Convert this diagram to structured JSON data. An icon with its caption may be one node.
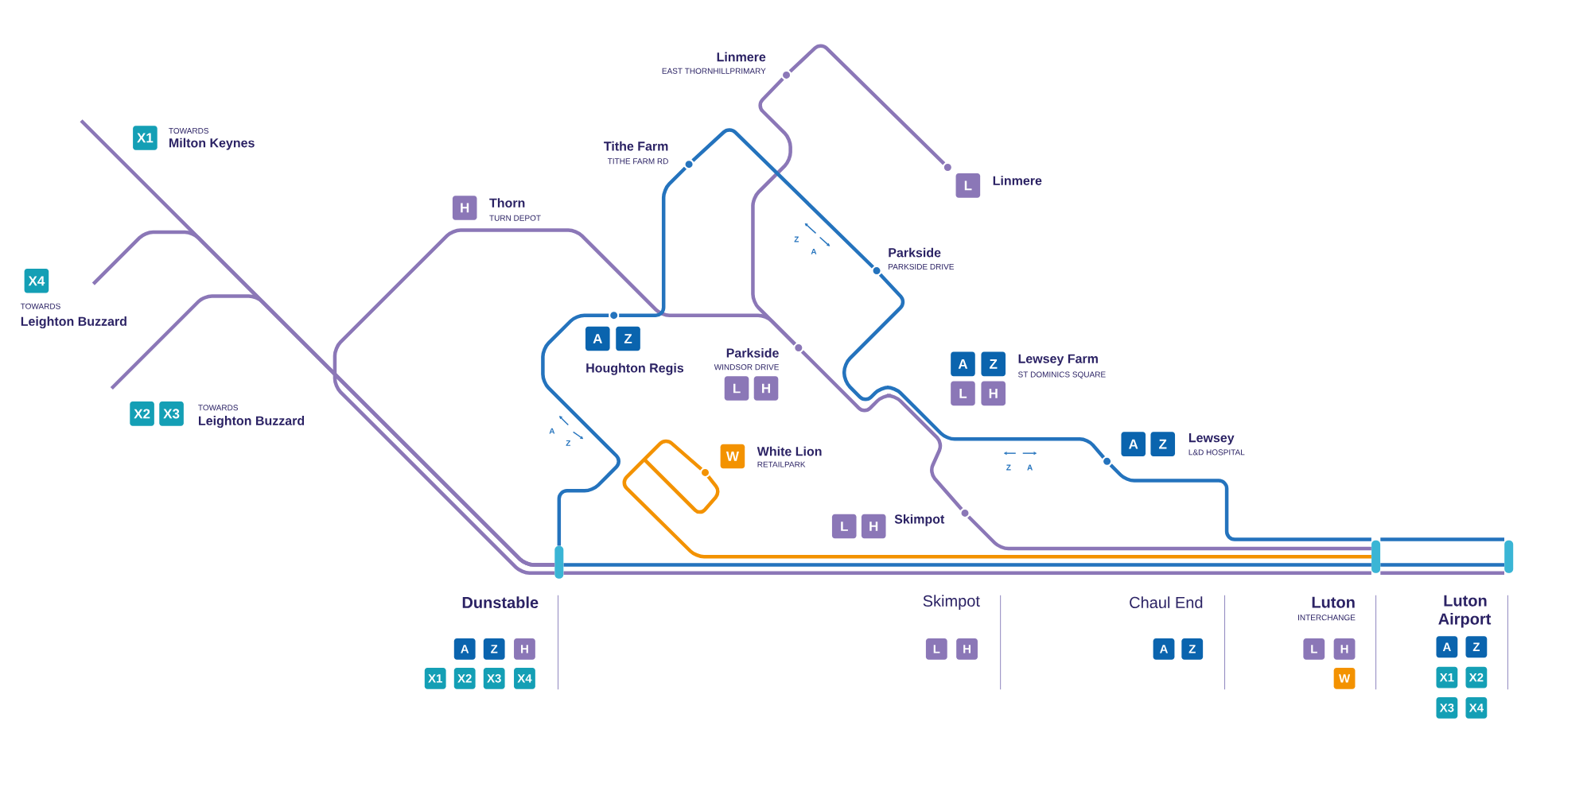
{
  "diagram": {
    "nodes": [
      {
        "text": [
          "X1"
        ]
      },
      {
        "text": [],
        "shape": "circle",
        "beside": [
          "Linmere",
          "EAST THORNHILLPRIMARY"
        ]
      },
      {
        "text": [],
        "shape": "circle",
        "beside": [
          "Tithe Farm",
          "TITHE FARM RD"
        ]
      },
      {
        "text": [
          "H"
        ]
      },
      {
        "text": [],
        "shape": "circle"
      },
      {
        "text": [
          "L"
        ]
      },
      {
        "text": [
          "X4"
        ]
      },
      {
        "text": [],
        "shape": "circle",
        "beside": [
          "Parkside",
          "PARKSIDE DRIVE"
        ]
      },
      {
        "text": [],
        "shape": "circle"
      },
      {
        "text": [
          "A"
        ]
      },
      {
        "text": [
          "Z"
        ]
      },
      {
        "text": [],
        "shape": "circle",
        "beside": [
          "Parkside",
          "WINDSOR DRIVE"
        ]
      },
      {
        "text": [
          "A"
        ]
      },
      {
        "text": [
          "Z"
        ]
      },
      {
        "text": [
          "L"
        ]
      },
      {
        "text": [
          "H"
        ]
      },
      {
        "text": [
          "L"
        ]
      },
      {
        "text": [
          "H"
        ]
      },
      {
        "text": [
          "X2"
        ]
      },
      {
        "text": [
          "X3"
        ]
      },
      {
        "text": [],
        "shape": "circle",
        "beside": [
          "White Lion",
          "RETAILPARK"
        ]
      },
      {
        "text": [
          "W"
        ]
      },
      {
        "text": [],
        "shape": "circle",
        "beside": [
          "Lewsey",
          "L&D HOSPITAL"
        ]
      },
      {
        "text": [
          "A"
        ]
      },
      {
        "text": [
          "Z"
        ]
      },
      {
        "text": [],
        "shape": "circle",
        "beside": [
          "Skimpot"
        ]
      },
      {
        "text": [
          "L"
        ]
      },
      {
        "text": [
          "H"
        ]
      },
      {
        "text": [],
        "shape": "bar",
        "beside": [
          "Dunstable"
        ]
      },
      {
        "text": [],
        "shape": "bar",
        "beside": [
          "Luton",
          "INTERCHANGE"
        ]
      },
      {
        "text": [],
        "shape": "bar"
      },
      {
        "text": [
          "A"
        ]
      },
      {
        "text": [
          "Z"
        ]
      },
      {
        "text": [
          "H"
        ]
      },
      {
        "text": [
          "X1"
        ]
      },
      {
        "text": [
          "X2"
        ]
      },
      {
        "text": [
          "X3"
        ]
      },
      {
        "text": [
          "X4"
        ]
      },
      {
        "text": [
          "L"
        ]
      },
      {
        "text": [
          "H"
        ]
      },
      {
        "text": [
          "A"
        ]
      },
      {
        "text": [
          "Z"
        ]
      },
      {
        "text": [
          "L"
        ]
      },
      {
        "text": [
          "H"
        ]
      },
      {
        "text": [
          "W"
        ]
      },
      {
        "text": [
          "A"
        ]
      },
      {
        "text": [
          "Z"
        ]
      },
      {
        "text": [
          "X1"
        ]
      },
      {
        "text": [
          "X2"
        ]
      },
      {
        "text": [
          "X3"
        ]
      },
      {
        "text": [
          "X4"
        ]
      }
    ],
    "edges": [
      {
        "from": null,
        "to": 28,
        "arrow": "none"
      },
      {
        "from": null,
        "to": 28,
        "arrow": "none"
      },
      {
        "from": null,
        "to": 28,
        "arrow": "none"
      },
      {
        "from": 28,
        "to": 11,
        "arrow": "none"
      },
      {
        "from": 4,
        "to": 1,
        "arrow": "none"
      },
      {
        "from": 1,
        "to": 11,
        "arrow": "none"
      },
      {
        "from": 11,
        "to": 25,
        "arrow": "none"
      },
      {
        "from": 25,
        "to": 29,
        "arrow": "none"
      },
      {
        "from": 28,
        "to": 29,
        "arrow": "none"
      },
      {
        "from": 29,
        "to": 30,
        "arrow": "none"
      },
      {
        "from": 28,
        "to": 8,
        "arrow": "none",
        "color": "#2473bd"
      },
      {
        "from": 8,
        "to": 2,
        "arrow": "none",
        "color": "#2473bd"
      },
      {
        "from": 2,
        "to": 7,
        "arrow": "none",
        "color": "#2473bd"
      },
      {
        "from": 7,
        "to": 22,
        "arrow": "none",
        "color": "#2473bd"
      },
      {
        "from": 22,
        "to": 29,
        "arrow": "none",
        "color": "#2473bd"
      },
      {
        "from": 28,
        "to": 29,
        "arrow": "none",
        "color": "#2473bd"
      },
      {
        "from": 29,
        "to": 30,
        "arrow": "none",
        "color": "#2473bd"
      },
      {
        "from": 29,
        "to": 30,
        "arrow": "none",
        "color": "#2473bd"
      },
      {
        "from": 20,
        "to": 29,
        "arrow": "none",
        "color": "#f39200"
      }
    ],
    "labels": [
      "TOWARDS",
      "Milton Keynes",
      "Thorn",
      "TURN DEPOT",
      "Z",
      "A",
      "TOWARDS",
      "Leighton Buzzard",
      "Lewsey Farm",
      "ST DOMINICS SQUARE",
      "TOWARDS",
      "Leighton Buzzard",
      "A",
      "Z",
      "Z",
      "A",
      "Skimpot",
      "Chaul End",
      "Linmere",
      "Houghton Regis",
      "Luton Airport"
    ]
  }
}
